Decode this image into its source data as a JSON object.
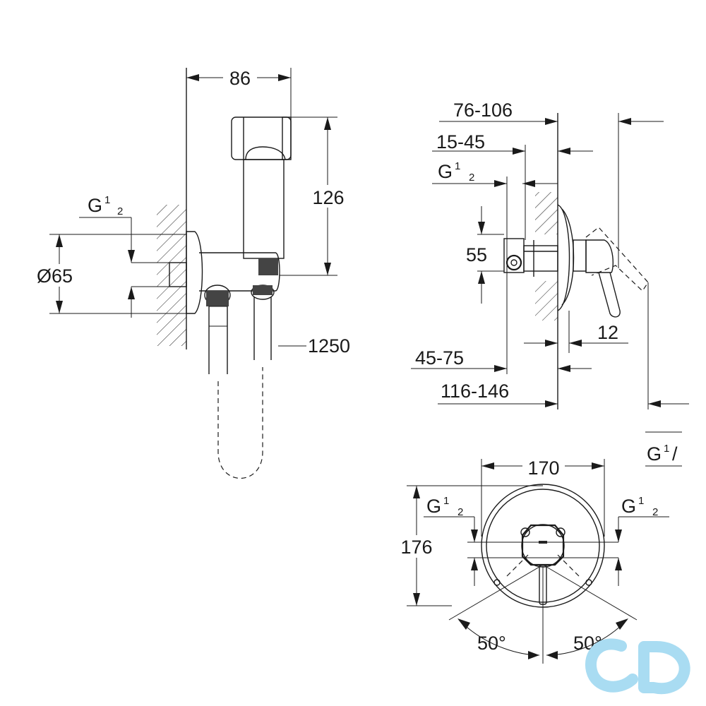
{
  "left_view": {
    "width": "86",
    "height": "126",
    "thread_main": "G",
    "thread_sup": "1",
    "thread_sub": "2",
    "diameter": "Ø65",
    "hose_length": "1250"
  },
  "right_view": {
    "d1": "76-106",
    "d2": "15-45",
    "thread_main": "G",
    "thread_sup": "1",
    "thread_sub": "2",
    "d3": "55",
    "d4": "12",
    "d5": "45-75",
    "d6": "116-146",
    "thread_cut_main": "G",
    "thread_cut_sup": "1",
    "thread_cut_sub": "/"
  },
  "front_view": {
    "width": "170",
    "height": "176",
    "thread_left_main": "G",
    "thread_left_sup": "1",
    "thread_left_sub": "2",
    "thread_right_main": "G",
    "thread_right_sup": "1",
    "thread_right_sub": "2",
    "angle_left": "50°",
    "angle_right": "50°"
  },
  "brand": {
    "logo_text": "cd",
    "logo_color": "#a9dcf2"
  }
}
